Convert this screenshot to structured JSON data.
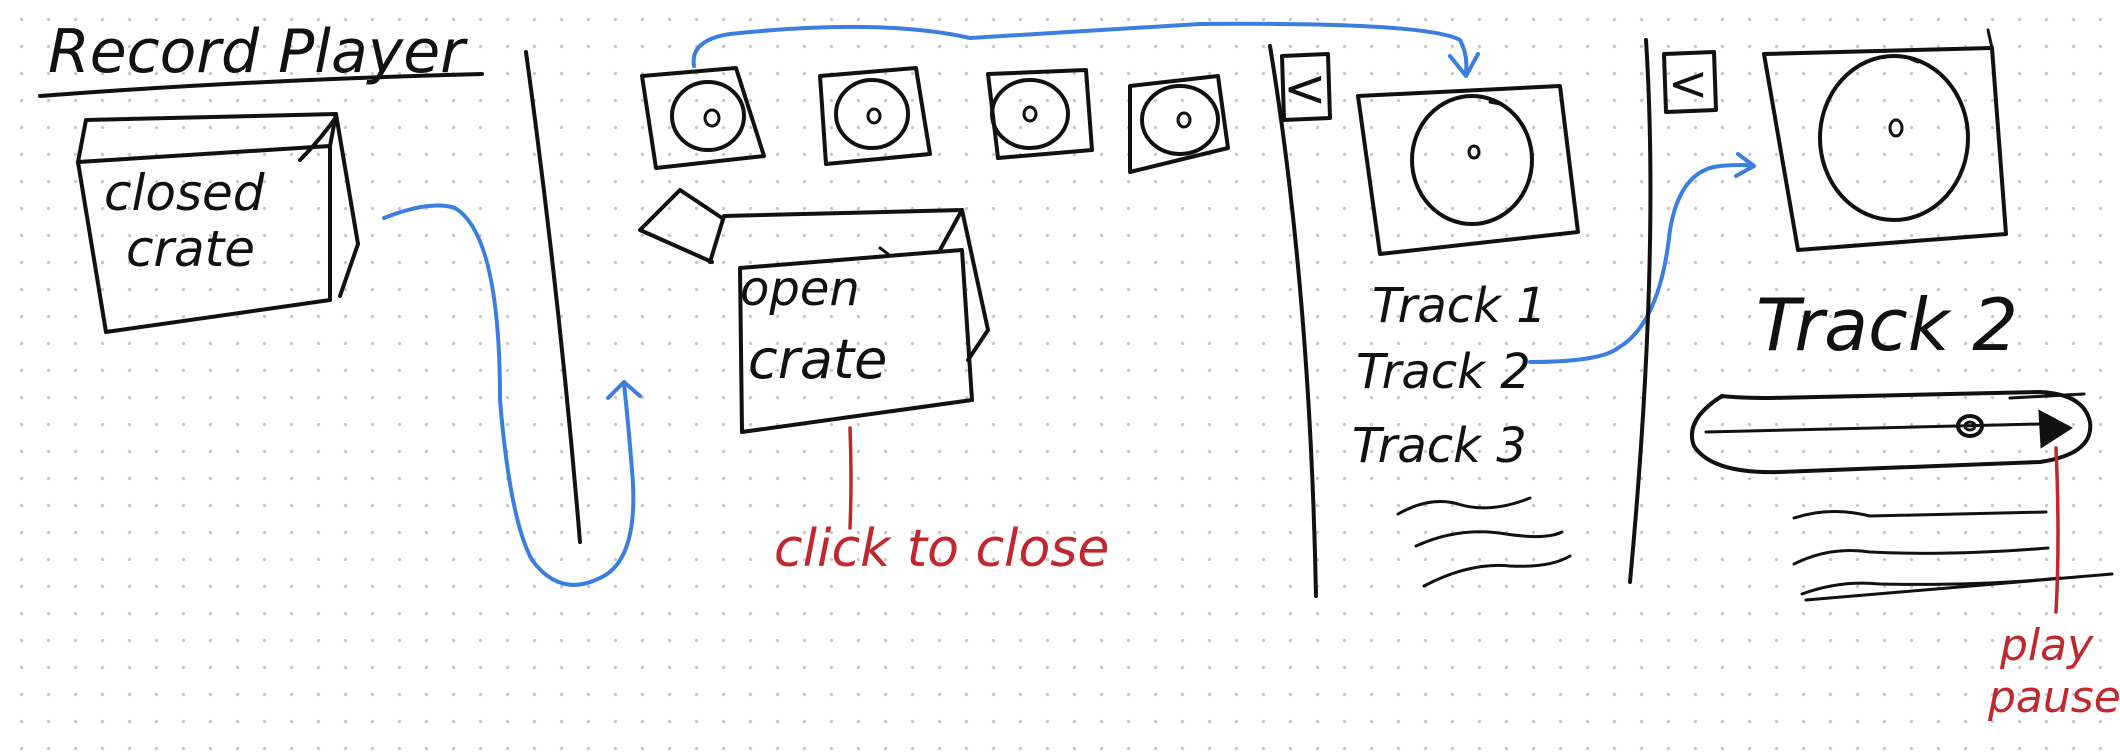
{
  "title": "Record Player",
  "crate": {
    "closed_label_line1": "closed",
    "closed_label_line2": "crate",
    "open_label_line1": "open",
    "open_label_line2": "crate",
    "close_note": "click to close"
  },
  "album_screen": {
    "back_glyph": "<",
    "tracks": [
      "Track 1",
      "Track 2",
      "Track 3"
    ]
  },
  "player_screen": {
    "back_glyph": "<",
    "track_title": "Track 2",
    "play_note_line1": "play",
    "play_note_line2": "pause"
  },
  "colors": {
    "ink": "#111111",
    "flow_arrow": "#3a7ee0",
    "annotation": "#c0282d"
  },
  "icons": [
    "record-icon",
    "back-arrow-icon",
    "play-icon",
    "scrubber-knob-icon"
  ]
}
